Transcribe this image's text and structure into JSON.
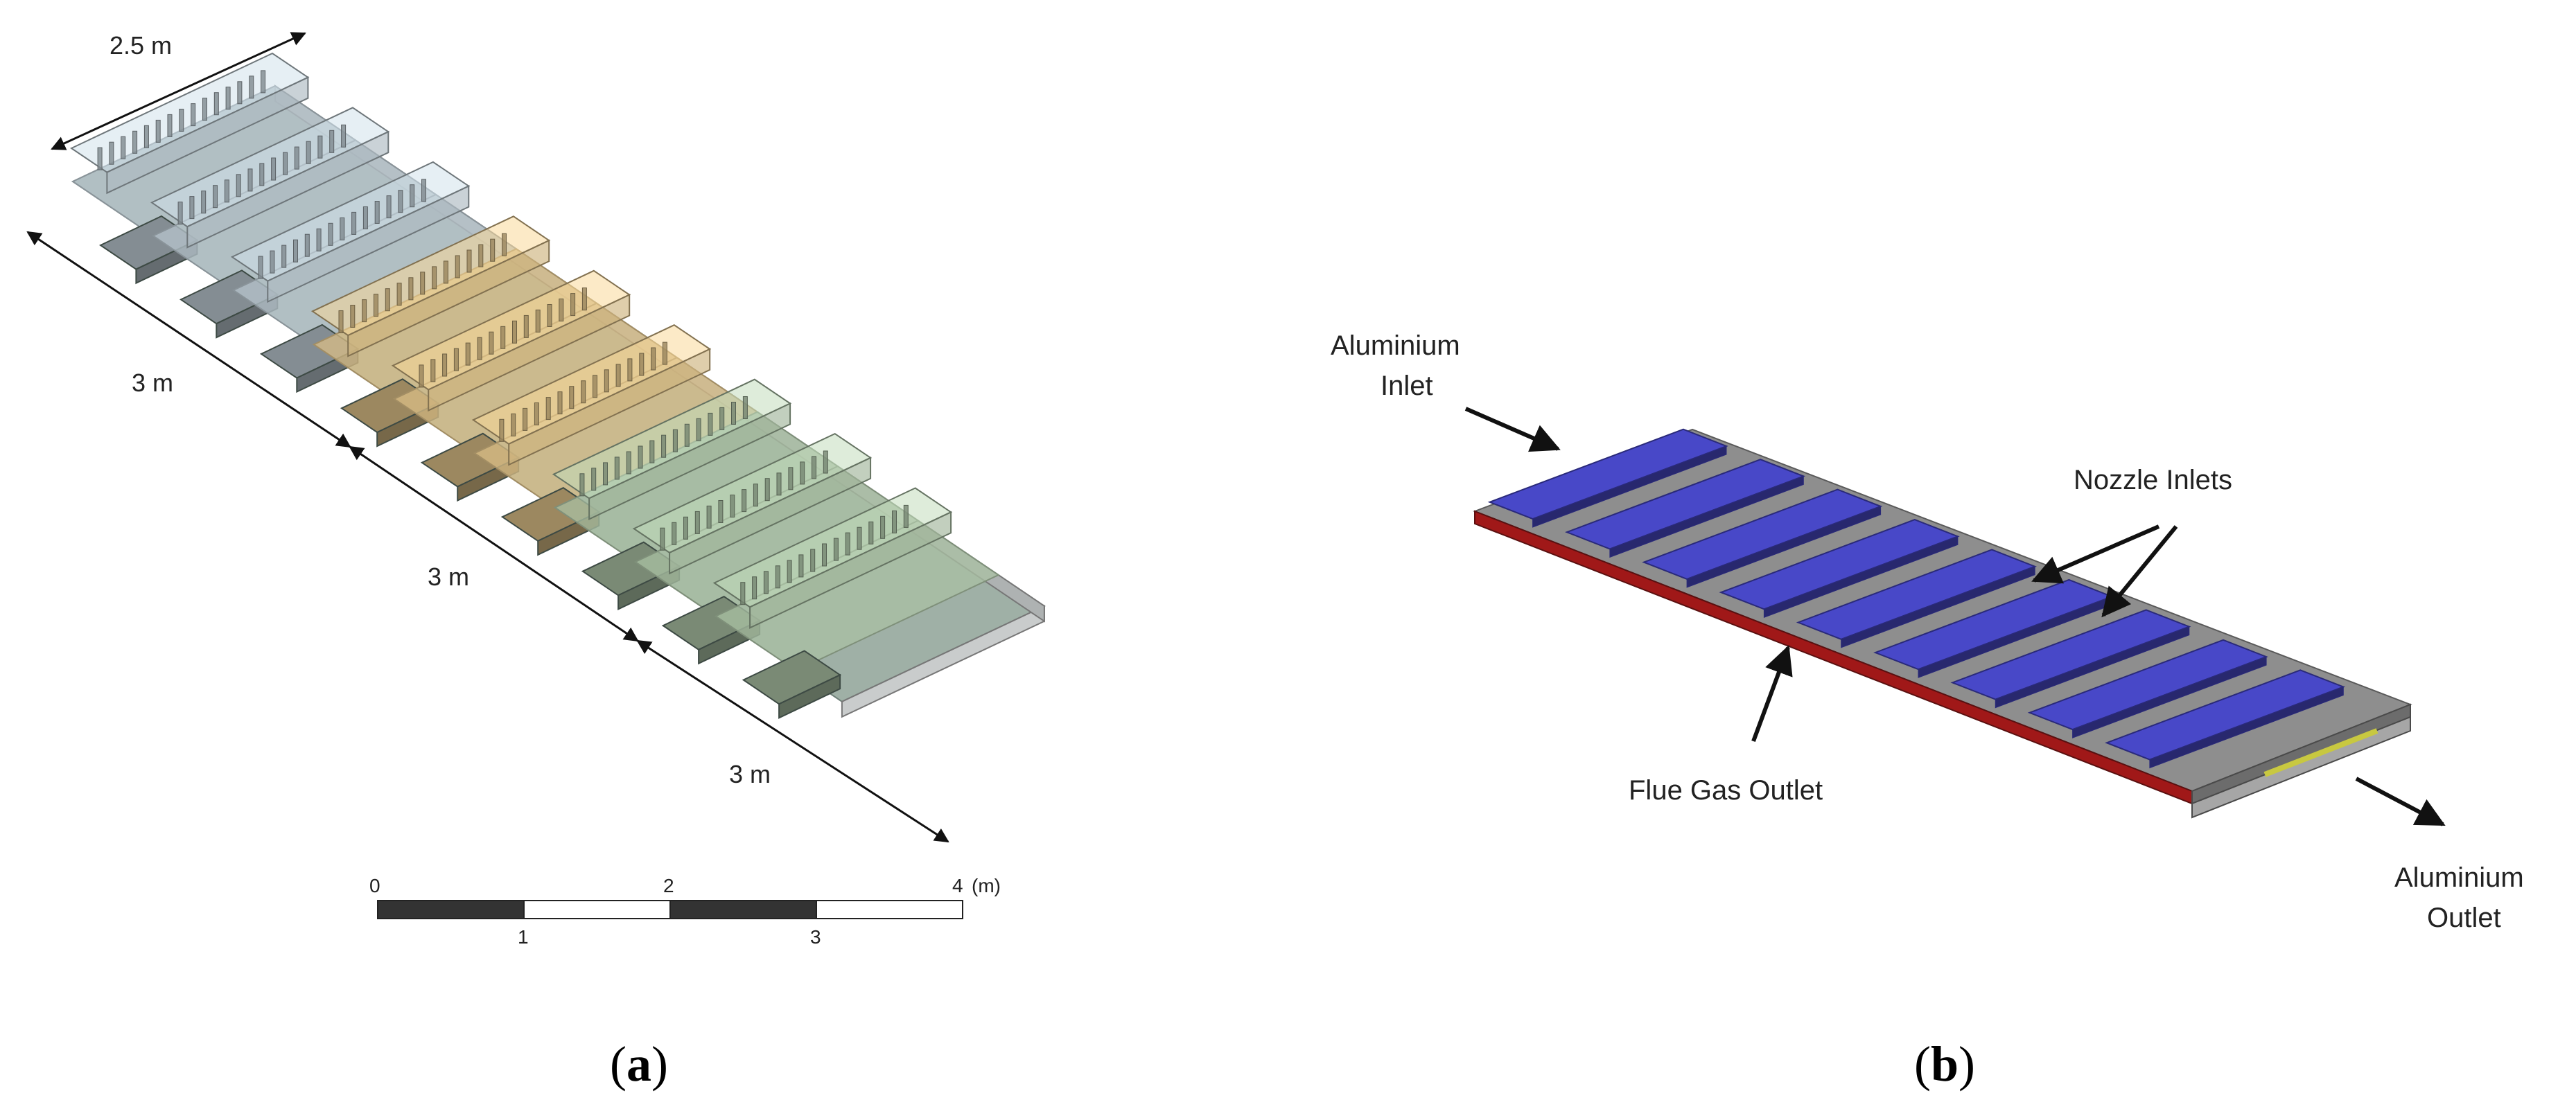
{
  "panel_a": {
    "caption_open": "(",
    "caption_letter": "a",
    "caption_close": ")",
    "dimensions": {
      "width": "2.5 m",
      "section1": "3 m",
      "section2": "3 m",
      "section3": "3 m"
    },
    "scale_bar": {
      "ticks": [
        "0",
        "1",
        "2",
        "3",
        "4"
      ],
      "unit": "(m)"
    },
    "section_colors": {
      "section1": "#b7c4cc",
      "section2": "#d9bd85",
      "section3": "#a9c0a3"
    }
  },
  "panel_b": {
    "caption_open": "(",
    "caption_letter": "b",
    "caption_close": ")",
    "labels": {
      "aluminium_inlet_1": "Aluminium",
      "aluminium_inlet_2": "Inlet",
      "nozzle_inlets": "Nozzle Inlets",
      "flue_gas_outlet": "Flue Gas Outlet",
      "aluminium_outlet_1": "Aluminium",
      "aluminium_outlet_2": "Outlet"
    },
    "colors": {
      "nozzle_inlet": "#4848c8",
      "flue_gas_outlet": "#a01818",
      "aluminium_outlet": "#c8c840",
      "body": "#8e8e8e"
    }
  }
}
